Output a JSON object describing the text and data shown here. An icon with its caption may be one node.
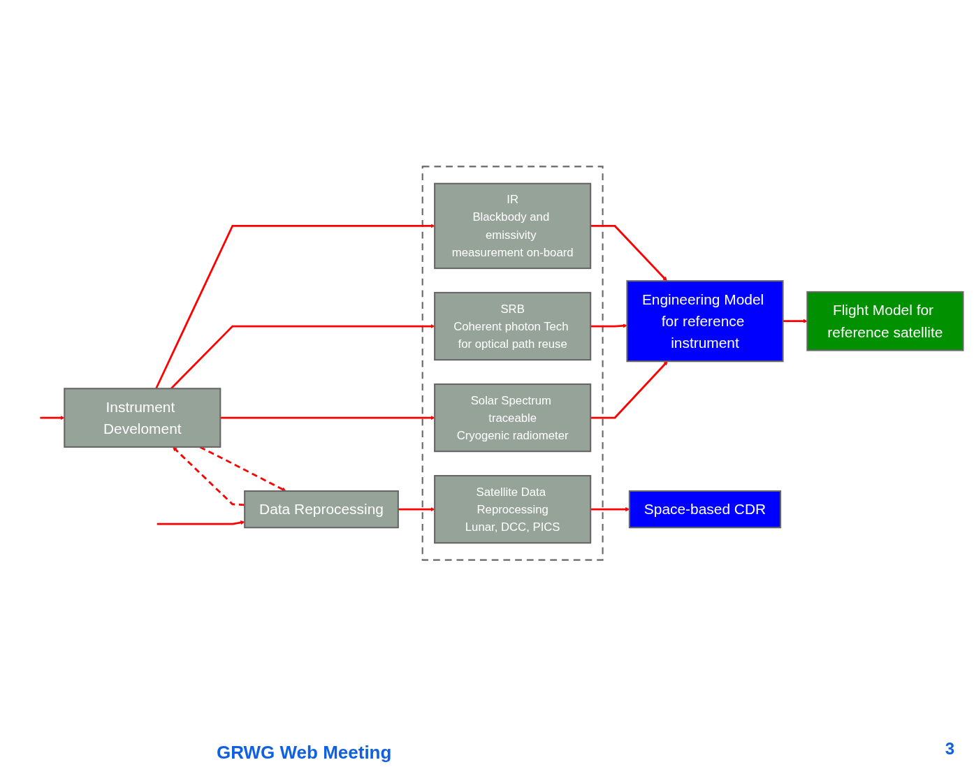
{
  "diagram": {
    "nodes": [
      {
        "text": [],
        "shape": "box"
      },
      {
        "text": [
          "IR",
          "Blackbody and emissivity measurement on-board"
        ],
        "in": 0
      },
      {
        "text": [
          "SRB",
          "Coherent photon Tech for optical path reuse"
        ],
        "in": 0
      },
      {
        "text": [
          "Solar Spectrum traceable",
          "Cryogenic radiometer"
        ],
        "in": 0
      },
      {
        "text": [
          "Satellite Data Reprocessing",
          "Lunar, DCC, PICS"
        ],
        "in": 0
      },
      {
        "text": [
          "Instrument Develoment"
        ]
      },
      {
        "text": [
          "Data Reprocessing"
        ]
      },
      {
        "text": [
          "Engineering Model for reference instrument"
        ]
      },
      {
        "text": [
          "Flight Model for reference satellite"
        ]
      },
      {
        "text": [
          "Space-based CDR"
        ]
      }
    ],
    "edges": [
      {
        "from": null,
        "to": 5,
        "arrow": "to"
      },
      {
        "from": null,
        "to": 6,
        "arrow": "to"
      },
      {
        "from": 5,
        "to": 1,
        "arrow": "to"
      },
      {
        "from": 5,
        "to": 2,
        "arrow": "to"
      },
      {
        "from": 5,
        "to": 3,
        "arrow": "to"
      },
      {
        "from": 5,
        "to": 6,
        "arrow": "to",
        "style": "dashed"
      },
      {
        "from": 6,
        "to": 5,
        "arrow": "to",
        "style": "dashed"
      },
      {
        "from": 6,
        "to": 4,
        "arrow": "to"
      },
      {
        "from": 1,
        "to": 7,
        "arrow": "to"
      },
      {
        "from": 2,
        "to": 7,
        "arrow": "to"
      },
      {
        "from": 3,
        "to": 7,
        "arrow": "to"
      },
      {
        "from": 7,
        "to": 8,
        "arrow": "to"
      },
      {
        "from": 4,
        "to": 9,
        "arrow": "to"
      }
    ],
    "labels": [
      "GRWG Web Meeting",
      "3"
    ]
  }
}
